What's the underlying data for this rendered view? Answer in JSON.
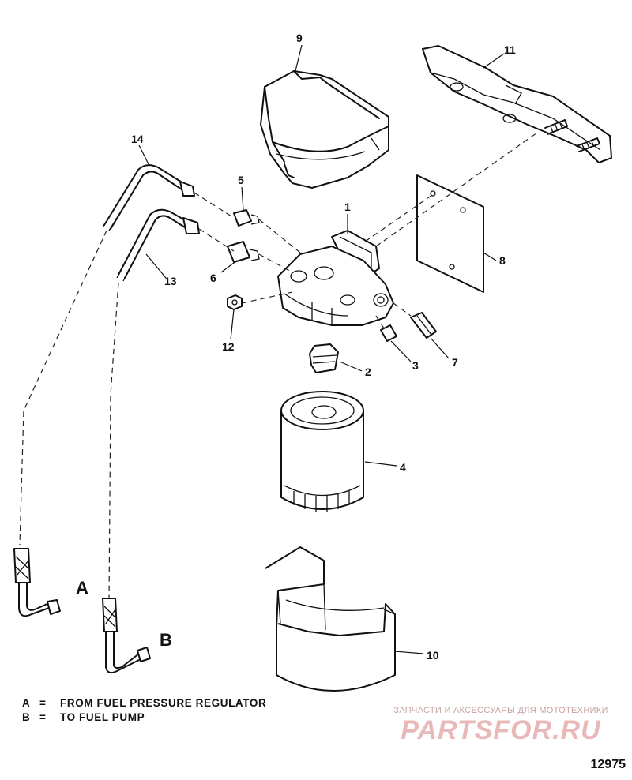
{
  "diagram": {
    "callouts": [
      {
        "id": "1",
        "label": "1"
      },
      {
        "id": "2",
        "label": "2"
      },
      {
        "id": "3",
        "label": "3"
      },
      {
        "id": "4",
        "label": "4"
      },
      {
        "id": "5",
        "label": "5"
      },
      {
        "id": "6",
        "label": "6"
      },
      {
        "id": "7",
        "label": "7"
      },
      {
        "id": "8",
        "label": "8"
      },
      {
        "id": "9",
        "label": "9"
      },
      {
        "id": "10",
        "label": "10"
      },
      {
        "id": "11",
        "label": "11"
      },
      {
        "id": "12",
        "label": "12"
      },
      {
        "id": "13",
        "label": "13"
      },
      {
        "id": "14",
        "label": "14"
      }
    ],
    "line_letters": {
      "a": "A",
      "b": "B"
    }
  },
  "legend": [
    {
      "key": "A",
      "eq": "=",
      "text": "FROM FUEL PRESSURE REGULATOR"
    },
    {
      "key": "B",
      "eq": "=",
      "text": "TO FUEL PUMP"
    }
  ],
  "watermark": {
    "top": "ЗАПЧАСТИ И АКСЕССУАРЫ ДЛЯ МОТОТЕХНИКИ",
    "logo": "PARTSFOR.RU"
  },
  "figure_number": "12975"
}
